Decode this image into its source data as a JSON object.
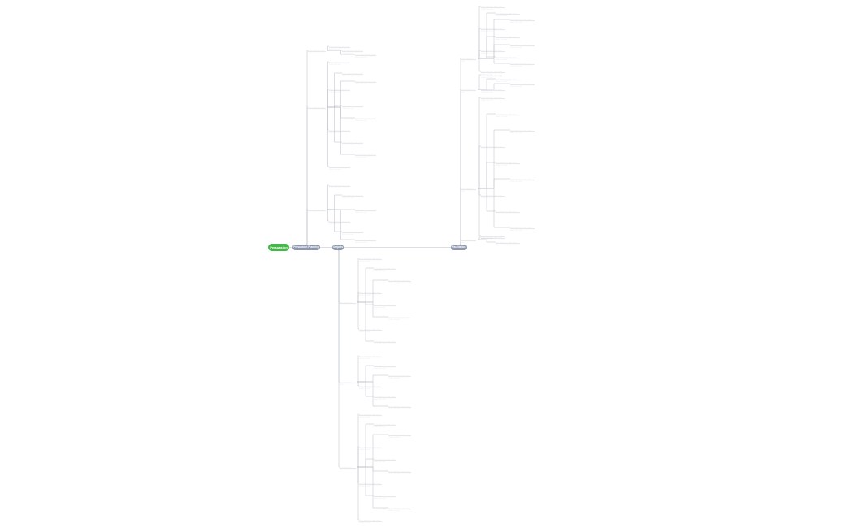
{
  "mindmap": {
    "root": "Persuasion",
    "branches": [
      {
        "label": "Persuasion Planning"
      },
      {
        "label": "Outputs"
      },
      {
        "label": "Facilitation"
      }
    ],
    "placeholder_text": "·· ··· ······· ··· ·····"
  },
  "colors": {
    "root": "#45b649",
    "branch": "#8e98aa",
    "line": "#b9bec7",
    "text": "#666666"
  }
}
